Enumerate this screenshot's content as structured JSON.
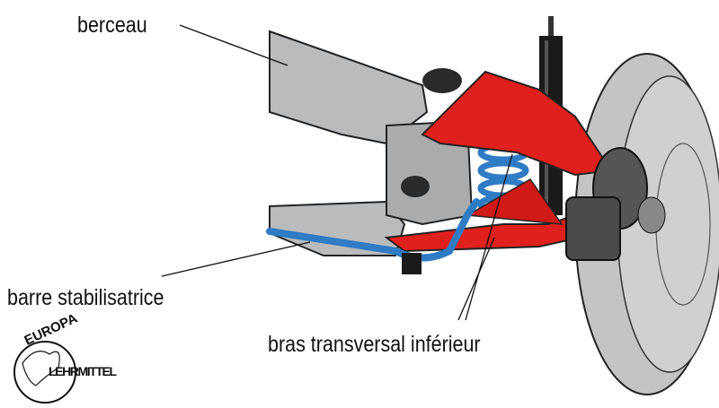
{
  "labels": {
    "subframe": "berceau",
    "stabilizer": "barre stabilisatrice",
    "lower_arm": "bras transversal inférieur"
  },
  "logo": {
    "top_text": "EUROPA",
    "bottom_text": "LEHRMITTEL"
  },
  "colors": {
    "arm": "#e0201c",
    "stabilizer": "#2f7bc4",
    "frame": "#b9bbbd",
    "wheel": "#c4c4c4",
    "shock": "#1a1a1a"
  }
}
